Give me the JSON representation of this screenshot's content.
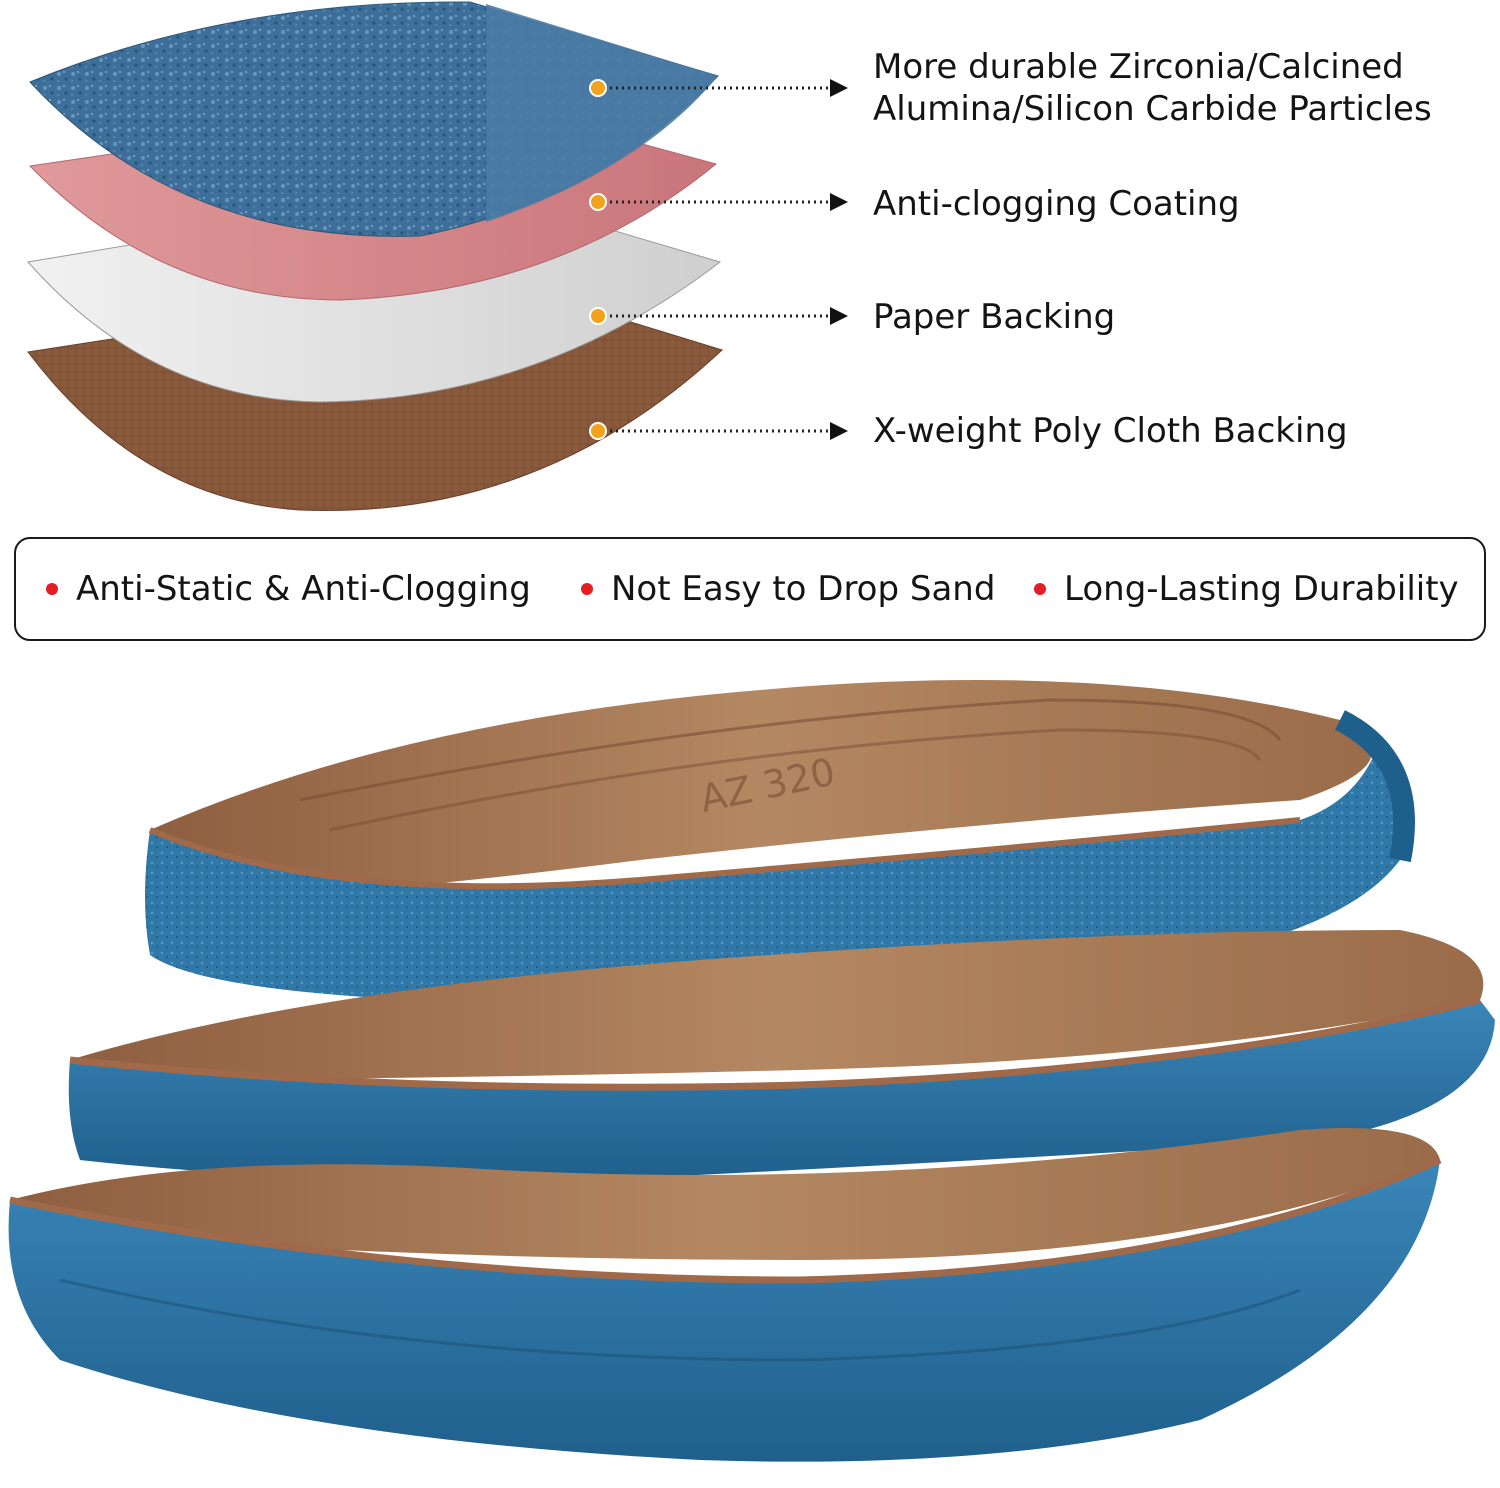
{
  "layers": [
    {
      "label_lines": [
        "More durable Zirconia/Calcined",
        "Alumina/Silicon Carbide Particles"
      ],
      "color": "#3d6f9a"
    },
    {
      "label_lines": [
        "Anti-clogging Coating"
      ],
      "color": "#d98488"
    },
    {
      "label_lines": [
        "Paper Backing"
      ],
      "color": "#e2e2e2"
    },
    {
      "label_lines": [
        "X-weight Poly Cloth Backing"
      ],
      "color": "#8a5a3c"
    }
  ],
  "callout_dot_color": "#f2a21b",
  "features": [
    {
      "text": "Anti-Static & Anti-Clogging"
    },
    {
      "text": "Not Easy to Drop Sand"
    },
    {
      "text": "Long-Lasting Durability"
    }
  ],
  "feature_bullet_color": "#e31e24",
  "belt_colors": {
    "abrasive": "#2f78a8",
    "backing": "#a87a56",
    "edge": "#8c5a3e"
  },
  "belt_print_text": "AZ 320"
}
